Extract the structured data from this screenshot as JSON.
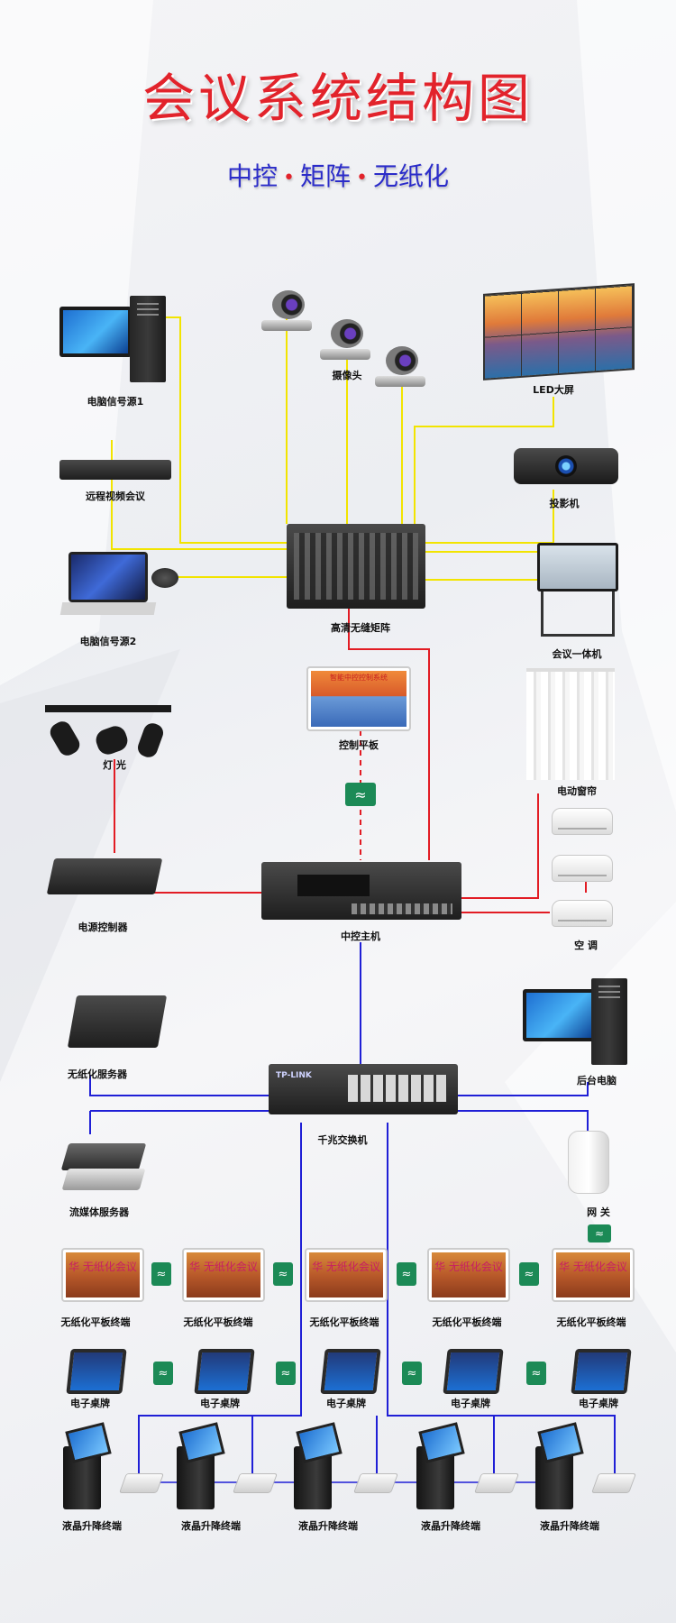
{
  "title": "会议系统结构图",
  "subtitle": {
    "part1": "中控",
    "part2": "矩阵",
    "part3": "无纸化",
    "sep": "•"
  },
  "labels": {
    "pc1": "电脑信号源1",
    "video_conf": "远程视频会议",
    "pc2": "电脑信号源2",
    "camera": "摄像头",
    "led": "LED大屏",
    "projector": "投影机",
    "matrix": "高清无缝矩阵",
    "all_in_one": "会议一体机",
    "lights": "灯  光",
    "control_pad": "控制平板",
    "curtain": "电动窗帘",
    "power_ctrl": "电源控制器",
    "main_ctrl": "中控主机",
    "ac": "空  调",
    "paperless_server": "无纸化服务器",
    "backend_pc": "后台电脑",
    "switch": "千兆交换机",
    "streaming_server": "流媒体服务器",
    "gateway": "网  关",
    "paperless_tablet": "无纸化平板终端",
    "e_nameplate": "电子桌牌",
    "lcd_lift": "液晶升降终端"
  },
  "tablet_screen_text": "华 无纸化会议",
  "pad_screen_text": "智能中控控制系统",
  "switch_brand": "TP-LINK",
  "colors": {
    "title": "#e2232b",
    "subtitle": "#2b2cc9",
    "video_line": "#f2e400",
    "control_line": "#e21c24",
    "network_line": "#1f1fd6"
  }
}
